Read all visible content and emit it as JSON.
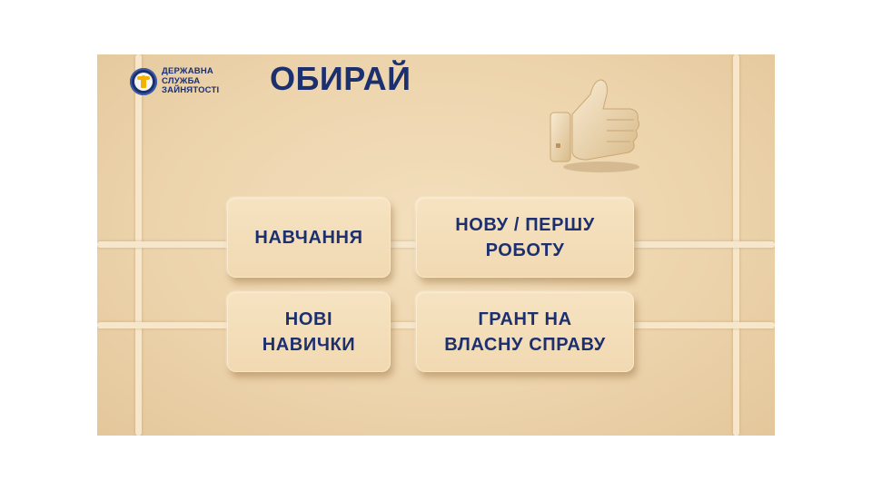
{
  "logo": {
    "text": "ДЕРЖАВНА\nСЛУЖБА\nЗАЙНЯТОСТІ"
  },
  "title": "ОБИРАЙ",
  "options": [
    {
      "label": "НАВЧАННЯ"
    },
    {
      "label": "НОВУ / ПЕРШУ\nРОБОТУ"
    },
    {
      "label": "НОВІ\nНАВИЧКИ"
    },
    {
      "label": "ГРАНТ НА\nВЛАСНУ СПРАВУ"
    }
  ],
  "colors": {
    "text": "#1c2f6e",
    "background": "#ecd3ab",
    "card": "#f3ddb8",
    "logo_accent": "#f2b300"
  },
  "icons": [
    "thumbs-up-icon",
    "employment-service-emblem"
  ]
}
